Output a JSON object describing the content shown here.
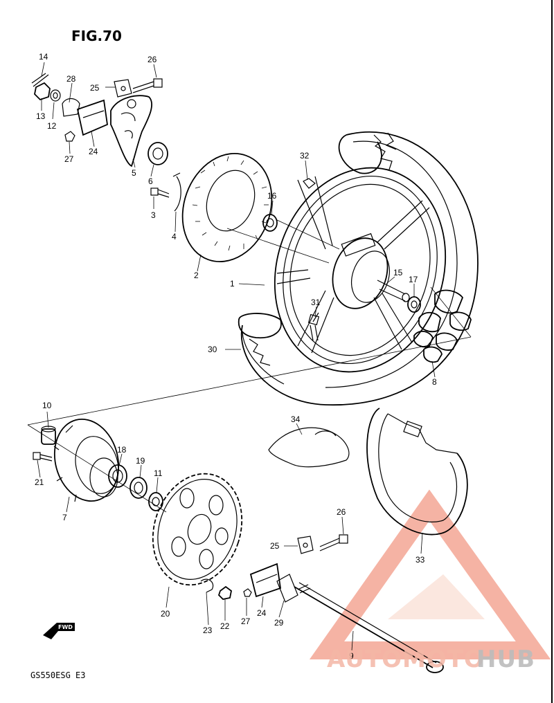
{
  "figure": {
    "title": "FIG.70",
    "model_code": "GS550ESG  E3",
    "fwd_label": "FWD"
  },
  "callouts": [
    {
      "id": "c14",
      "label": "14"
    },
    {
      "id": "c13",
      "label": "13"
    },
    {
      "id": "c12",
      "label": "12"
    },
    {
      "id": "c28",
      "label": "28"
    },
    {
      "id": "c25a",
      "label": "25"
    },
    {
      "id": "c26a",
      "label": "26"
    },
    {
      "id": "c27a",
      "label": "27"
    },
    {
      "id": "c24a",
      "label": "24"
    },
    {
      "id": "c5",
      "label": "5"
    },
    {
      "id": "c6",
      "label": "6"
    },
    {
      "id": "c3",
      "label": "3"
    },
    {
      "id": "c4",
      "label": "4"
    },
    {
      "id": "c2",
      "label": "2"
    },
    {
      "id": "c16",
      "label": "16"
    },
    {
      "id": "c32",
      "label": "32"
    },
    {
      "id": "c1",
      "label": "1"
    },
    {
      "id": "c15",
      "label": "15"
    },
    {
      "id": "c17",
      "label": "17"
    },
    {
      "id": "c31",
      "label": "31"
    },
    {
      "id": "c30",
      "label": "30"
    },
    {
      "id": "c8",
      "label": "8"
    },
    {
      "id": "c10",
      "label": "10"
    },
    {
      "id": "c21",
      "label": "21"
    },
    {
      "id": "c7",
      "label": "7"
    },
    {
      "id": "c18",
      "label": "18"
    },
    {
      "id": "c19",
      "label": "19"
    },
    {
      "id": "c11",
      "label": "11"
    },
    {
      "id": "c34",
      "label": "34"
    },
    {
      "id": "c26b",
      "label": "26"
    },
    {
      "id": "c25b",
      "label": "25"
    },
    {
      "id": "c33",
      "label": "33"
    },
    {
      "id": "c20",
      "label": "20"
    },
    {
      "id": "c23",
      "label": "23"
    },
    {
      "id": "c22",
      "label": "22"
    },
    {
      "id": "c27b",
      "label": "27"
    },
    {
      "id": "c24b",
      "label": "24"
    },
    {
      "id": "c29",
      "label": "29"
    },
    {
      "id": "c9",
      "label": "9"
    }
  ],
  "watermark": {
    "text_part1": "AUTOMOTO",
    "text_part2": "HUB",
    "color_primary": "#f4b7a6",
    "color_secondary": "#f7c9b9",
    "color_hub": "#bcbcbc"
  }
}
